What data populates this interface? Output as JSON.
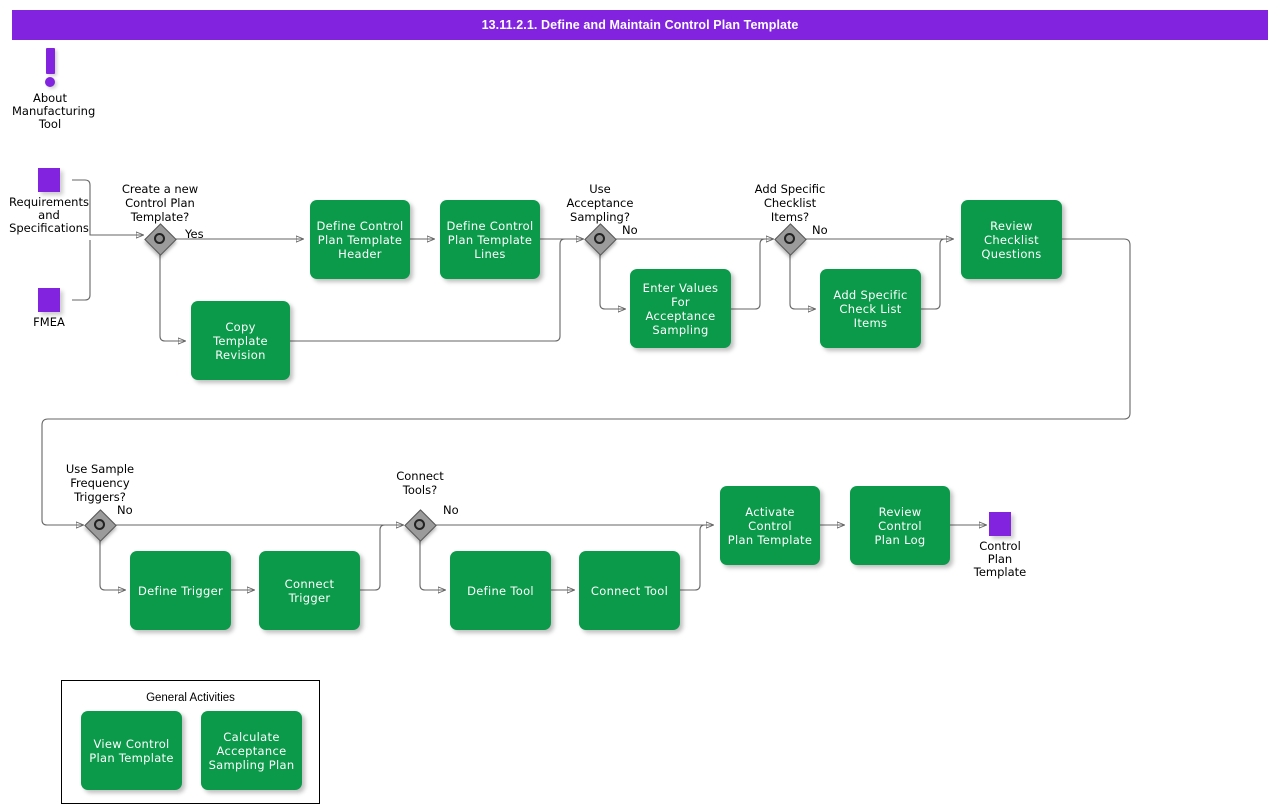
{
  "header": {
    "title": "13.11.2.1. Define and Maintain Control Plan Template",
    "background_color": "#8223e0",
    "text_color": "#ffffff"
  },
  "theme": {
    "task_fill": "#0a9a4a",
    "task_text": "#ffffff",
    "gateway_fill": "#9b9b9b",
    "data_object_fill": "#8223e0",
    "connector_stroke": "#666666",
    "canvas_background": "#ffffff"
  },
  "about_marker": {
    "icon": "exclamation-icon",
    "caption": "About\nManufacturing\nTool"
  },
  "data_objects": [
    {
      "id": "requirements",
      "caption": "Requirements\nand\nSpecifications"
    },
    {
      "id": "fmea",
      "caption": "FMEA"
    },
    {
      "id": "control-plan-template-out",
      "caption": "Control Plan\nTemplate"
    }
  ],
  "gateways": [
    {
      "id": "gw-create-new",
      "label": "Create a new\nControl Plan\nTemplate?",
      "branch": "Yes"
    },
    {
      "id": "gw-acceptance-sampling",
      "label": "Use\nAcceptance\nSampling?",
      "branch": "No"
    },
    {
      "id": "gw-checklist-items",
      "label": "Add Specific\nChecklist\nItems?",
      "branch": "No"
    },
    {
      "id": "gw-sample-frequency",
      "label": "Use Sample\nFrequency\nTriggers?",
      "branch": "No"
    },
    {
      "id": "gw-connect-tools",
      "label": "Connect\nTools?",
      "branch": "No"
    }
  ],
  "tasks": [
    {
      "id": "define-header",
      "label": "Define Control\nPlan Template\nHeader"
    },
    {
      "id": "define-lines",
      "label": "Define Control\nPlan Template\nLines"
    },
    {
      "id": "copy-template-revision",
      "label": "Copy Template\nRevision"
    },
    {
      "id": "enter-values-acceptance-sampling",
      "label": "Enter Values For\nAcceptance\nSampling"
    },
    {
      "id": "add-specific-check-list-items",
      "label": "Add Specific\nCheck List\nItems"
    },
    {
      "id": "review-checklist-questions",
      "label": "Review\nChecklist\nQuestions"
    },
    {
      "id": "define-trigger",
      "label": "Define Trigger"
    },
    {
      "id": "connect-trigger",
      "label": "Connect Trigger"
    },
    {
      "id": "define-tool",
      "label": "Define Tool"
    },
    {
      "id": "connect-tool",
      "label": "Connect Tool"
    },
    {
      "id": "activate-control-plan-template",
      "label": "Activate Control\nPlan Template"
    },
    {
      "id": "review-control-plan-log",
      "label": "Review Control\nPlan Log"
    }
  ],
  "general_activities": {
    "title": "General Activities",
    "items": [
      {
        "id": "view-control-plan-template",
        "label": "View Control\nPlan Template"
      },
      {
        "id": "calculate-acceptance-sampling-plan",
        "label": "Calculate\nAcceptance\nSampling Plan"
      }
    ]
  }
}
